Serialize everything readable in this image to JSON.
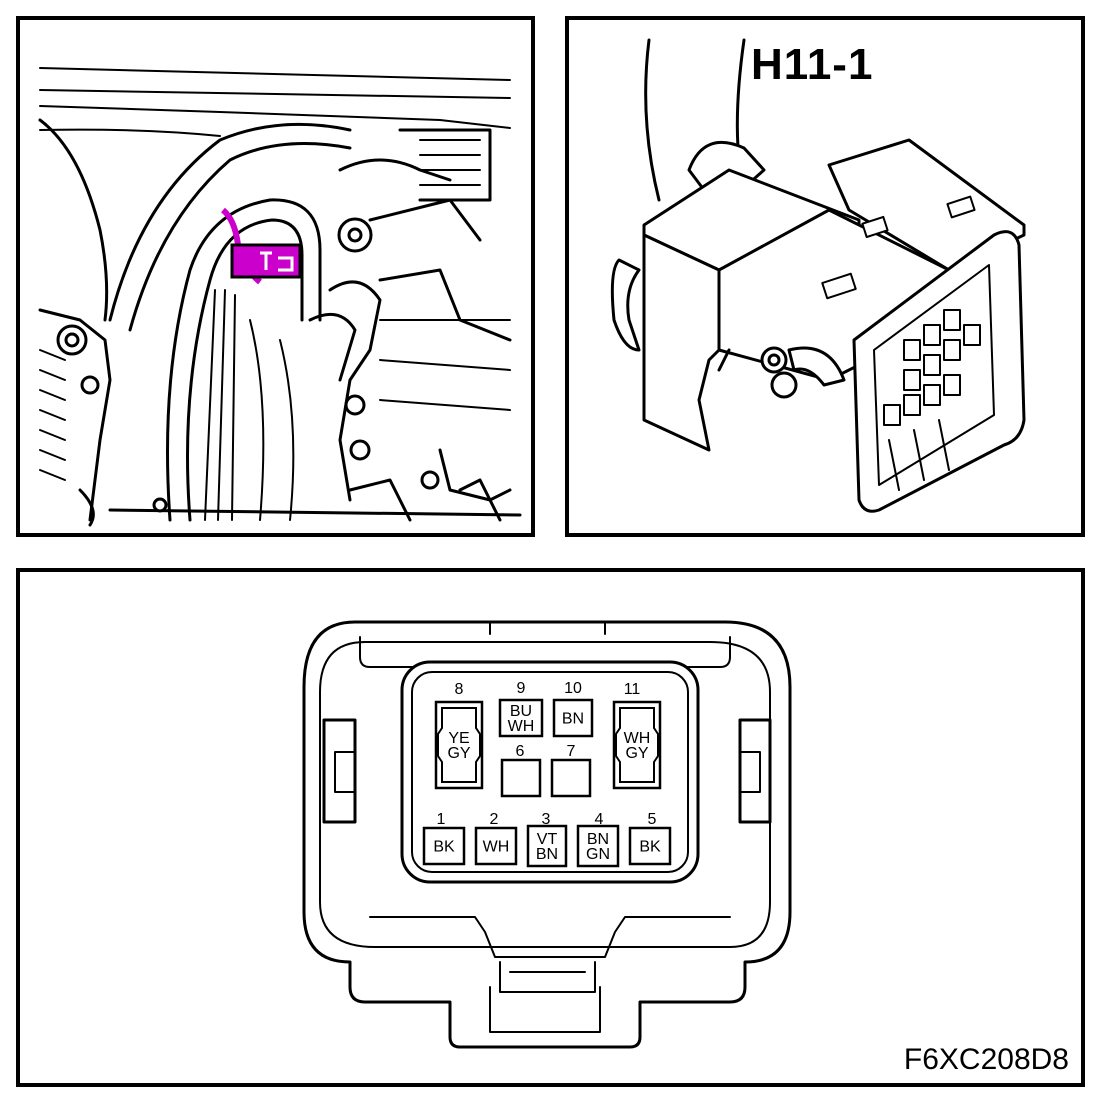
{
  "connector_id": "H11-1",
  "figure_code": "F6XC208D8",
  "highlight_color": "#cc00cc",
  "pins": [
    {
      "number": "1",
      "color": [
        "BK"
      ]
    },
    {
      "number": "2",
      "color": [
        "WH"
      ]
    },
    {
      "number": "3",
      "color": [
        "VT",
        "BN"
      ]
    },
    {
      "number": "4",
      "color": [
        "BN",
        "GN"
      ]
    },
    {
      "number": "5",
      "color": [
        "BK"
      ]
    },
    {
      "number": "6",
      "color": []
    },
    {
      "number": "7",
      "color": []
    },
    {
      "number": "8",
      "color": [
        "YE",
        "GY"
      ]
    },
    {
      "number": "9",
      "color": [
        "BU",
        "WH"
      ]
    },
    {
      "number": "10",
      "color": [
        "BN"
      ]
    },
    {
      "number": "11",
      "color": [
        "WH",
        "GY"
      ]
    }
  ]
}
